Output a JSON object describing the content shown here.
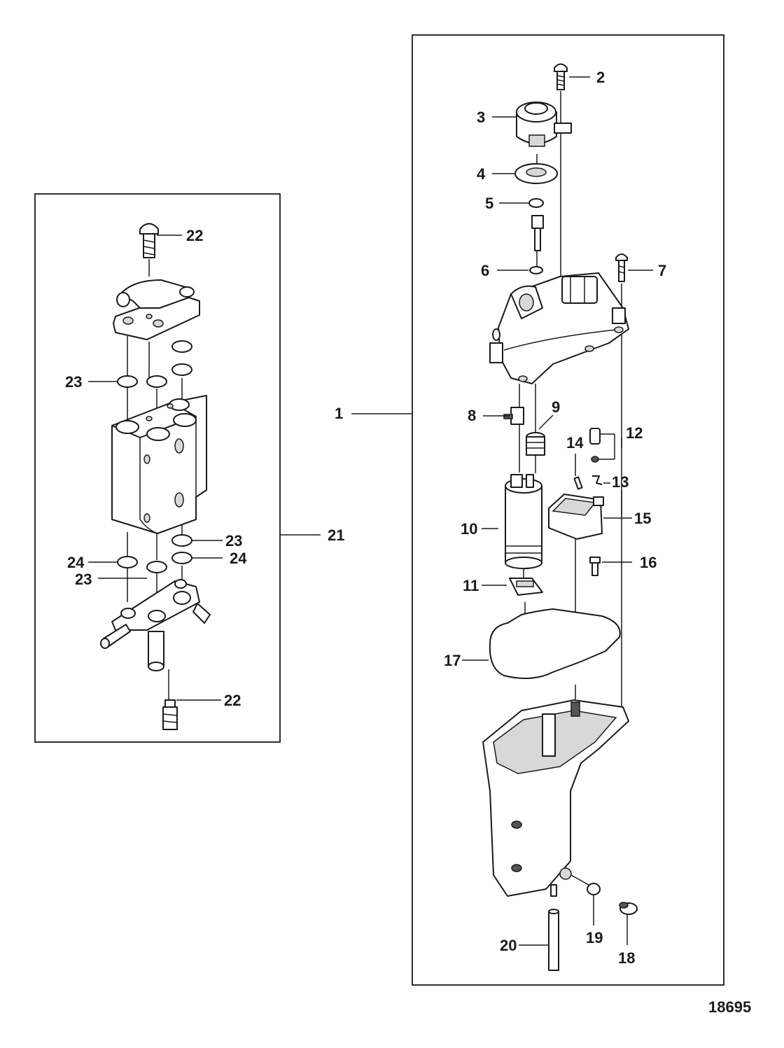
{
  "diagram": {
    "figure_number": "18695",
    "callouts": {
      "c1": "1",
      "c2": "2",
      "c3": "3",
      "c4": "4",
      "c5": "5",
      "c6": "6",
      "c7": "7",
      "c8": "8",
      "c9": "9",
      "c10": "10",
      "c11": "11",
      "c12": "12",
      "c13": "13",
      "c14": "14",
      "c15": "15",
      "c16": "16",
      "c17": "17",
      "c18": "18",
      "c19": "19",
      "c20": "20",
      "c21": "21",
      "c22a": "22",
      "c22b": "22",
      "c23a": "23",
      "c23b": "23",
      "c23c": "23",
      "c24a": "24",
      "c24b": "24"
    }
  }
}
